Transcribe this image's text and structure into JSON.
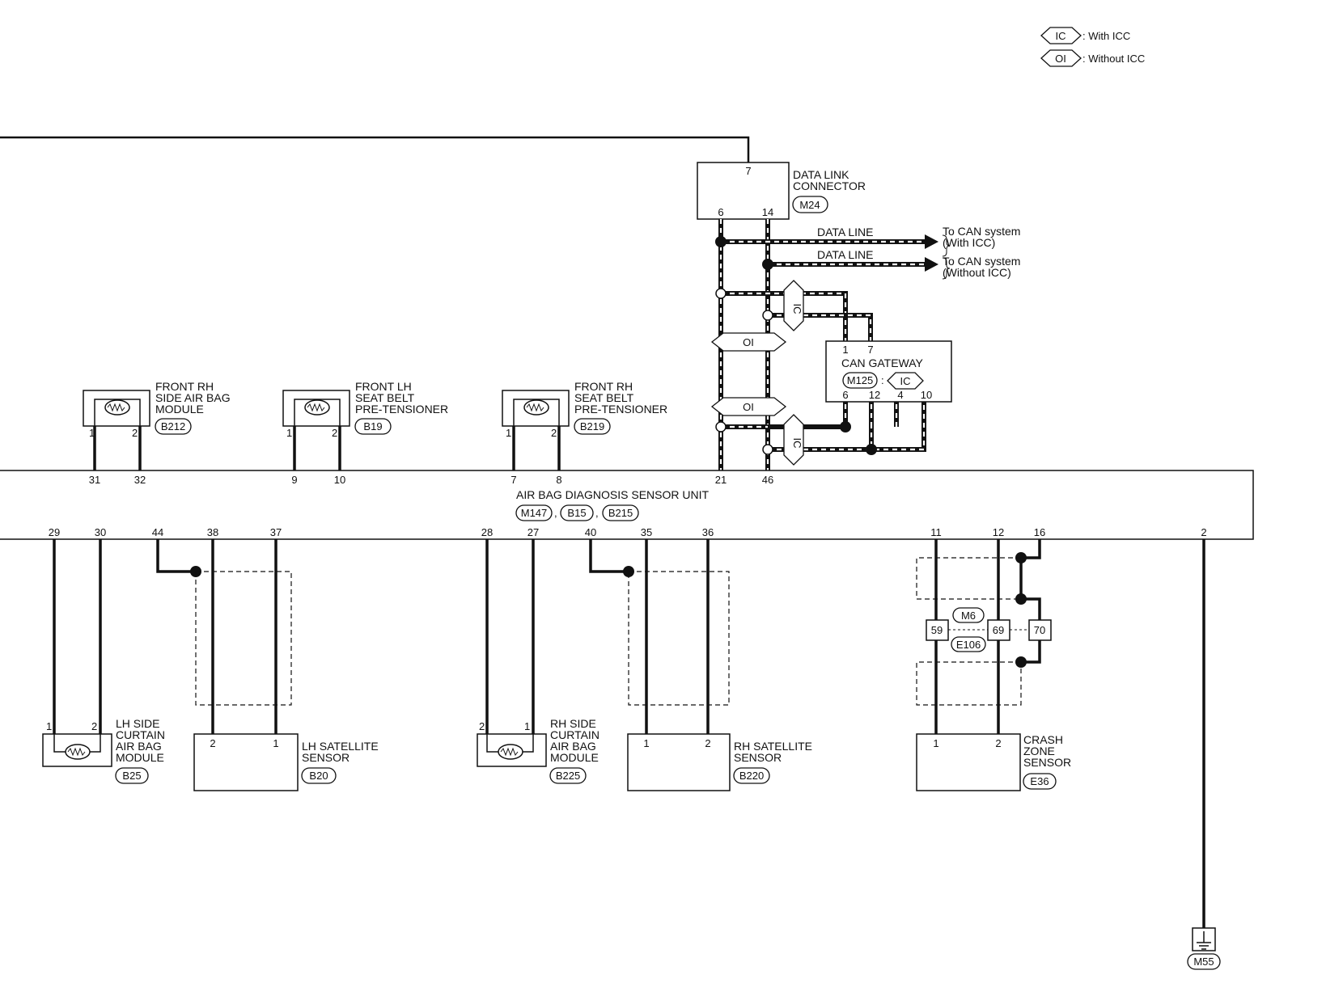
{
  "legend": {
    "ic_code": "IC",
    "ic_text": ": With ICC",
    "oi_code": "OI",
    "oi_text": ": Without ICC"
  },
  "dlc": {
    "title_line1": "DATA LINK",
    "title_line2": "CONNECTOR",
    "connector": "M24",
    "pin_top": "7",
    "pin_l": "6",
    "pin_r": "14"
  },
  "data_lines": [
    {
      "label": "DATA LINE",
      "dest1": "To CAN system",
      "dest2": "(With ICC)"
    },
    {
      "label": "DATA LINE",
      "dest1": "To CAN system",
      "dest2": "(Without ICC)"
    }
  ],
  "tags": {
    "ic": "IC",
    "oi": "OI"
  },
  "gateway": {
    "title": "CAN GATEWAY",
    "connector": "M125",
    "sep": ":",
    "variant": "IC",
    "pins_top": [
      "1",
      "7"
    ],
    "pins_bottom": [
      "6",
      "12",
      "4",
      "10"
    ]
  },
  "top_components": [
    {
      "line1": "FRONT RH",
      "line2": "SIDE AIR BAG",
      "line3": "MODULE",
      "connector": "B212",
      "pin_a": "1",
      "pin_b": "2",
      "unit_a": "31",
      "unit_b": "32"
    },
    {
      "line1": "FRONT LH",
      "line2": "SEAT BELT",
      "line3": "PRE-TENSIONER",
      "connector": "B19",
      "pin_a": "1",
      "pin_b": "2",
      "unit_a": "9",
      "unit_b": "10"
    },
    {
      "line1": "FRONT RH",
      "line2": "SEAT BELT",
      "line3": "PRE-TENSIONER",
      "connector": "B219",
      "pin_a": "1",
      "pin_b": "2",
      "unit_a": "7",
      "unit_b": "8"
    }
  ],
  "unit": {
    "title": "AIR BAG DIAGNOSIS SENSOR UNIT",
    "connectors": [
      "M147",
      "B15",
      "B215"
    ],
    "sep": ",",
    "pins_top_can": [
      "21",
      "46"
    ],
    "pins_bottom": [
      "29",
      "30",
      "44",
      "38",
      "37",
      "28",
      "27",
      "40",
      "35",
      "36",
      "11",
      "12",
      "16",
      "2"
    ]
  },
  "bottom_components": [
    {
      "line1": "LH SIDE",
      "line2": "CURTAIN",
      "line3": "AIR BAG",
      "line4": "MODULE",
      "connector": "B25",
      "pin_a": "1",
      "pin_b": "2"
    },
    {
      "line1": "LH SATELLITE",
      "line2": "SENSOR",
      "connector": "B20",
      "pin_a": "2",
      "pin_b": "1"
    },
    {
      "line1": "RH SIDE",
      "line2": "CURTAIN",
      "line3": "AIR BAG",
      "line4": "MODULE",
      "connector": "B225",
      "pin_a": "2",
      "pin_b": "1"
    },
    {
      "line1": "RH SATELLITE",
      "line2": "SENSOR",
      "connector": "B220",
      "pin_a": "1",
      "pin_b": "2"
    },
    {
      "line1": "CRASH",
      "line2": "ZONE",
      "line3": "SENSOR",
      "connector": "E36",
      "pin_a": "1",
      "pin_b": "2"
    }
  ],
  "joint": {
    "conn_top": "M6",
    "conn_bottom": "E106",
    "pins": [
      "59",
      "69",
      "70"
    ]
  },
  "ground": {
    "connector": "M55"
  }
}
